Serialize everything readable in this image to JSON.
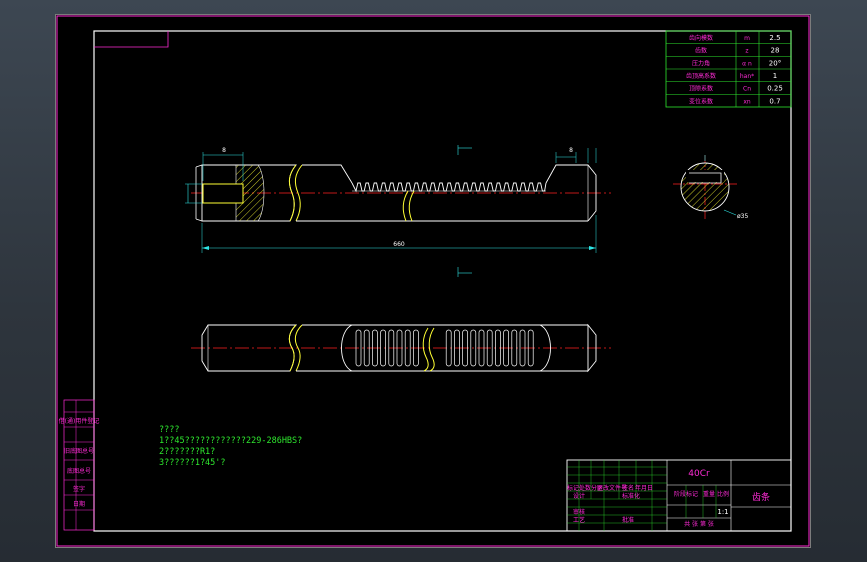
{
  "drawing": {
    "params": [
      {
        "name": "齿向模数",
        "symbol": "m",
        "value": "2.5"
      },
      {
        "name": "齿数",
        "symbol": "z",
        "value": "28"
      },
      {
        "name": "压力角",
        "symbol": "α n",
        "value": "20°"
      },
      {
        "name": "齿顶高系数",
        "symbol": "han*",
        "value": "1"
      },
      {
        "name": "顶隙系数",
        "symbol": "Cn",
        "value": "0.25"
      },
      {
        "name": "变位系数",
        "symbol": "xn",
        "value": "0.7"
      }
    ],
    "dimensions": {
      "total_length": "660",
      "diameter": "ø35",
      "left_width": "8",
      "right_width": "8"
    },
    "notes": [
      "????",
      "1??45????????????229-286HBS?",
      "2???????R1?",
      "3??????1?45'?"
    ],
    "title_block": {
      "material": "40Cr",
      "part_name": "齿条",
      "scale": "1:1",
      "labels": {
        "designer": "设计",
        "checker": "审核",
        "process": "工艺",
        "standard": "标准化",
        "approve": "批准",
        "stage_mark": "阶段标记",
        "weight": "重量",
        "scale_label": "比例",
        "sheet": "共  张  第  张",
        "mark": "标记",
        "count": "处数",
        "zone": "分区",
        "change_doc": "更改文件号",
        "sign": "签名",
        "date": "年月日"
      }
    },
    "side_labels": [
      "借(通)用件登记",
      "旧底图总号",
      "底图总号",
      "签字",
      "日期"
    ]
  }
}
